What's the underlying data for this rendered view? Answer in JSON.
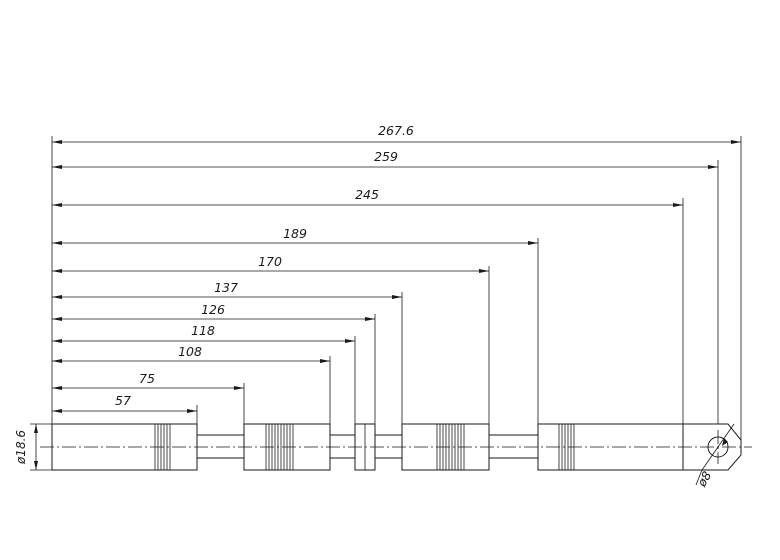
{
  "dimensions": {
    "overall": "267.6",
    "d259": "259",
    "d245": "245",
    "d189": "189",
    "d170": "170",
    "d137": "137",
    "d126": "126",
    "d118": "118",
    "d108": "108",
    "d75": "75",
    "d57": "57",
    "diameter_main": "ø18.6",
    "diameter_hole": "ø8"
  },
  "colors": {
    "line": "#1a1a1a",
    "background": "#ffffff"
  }
}
